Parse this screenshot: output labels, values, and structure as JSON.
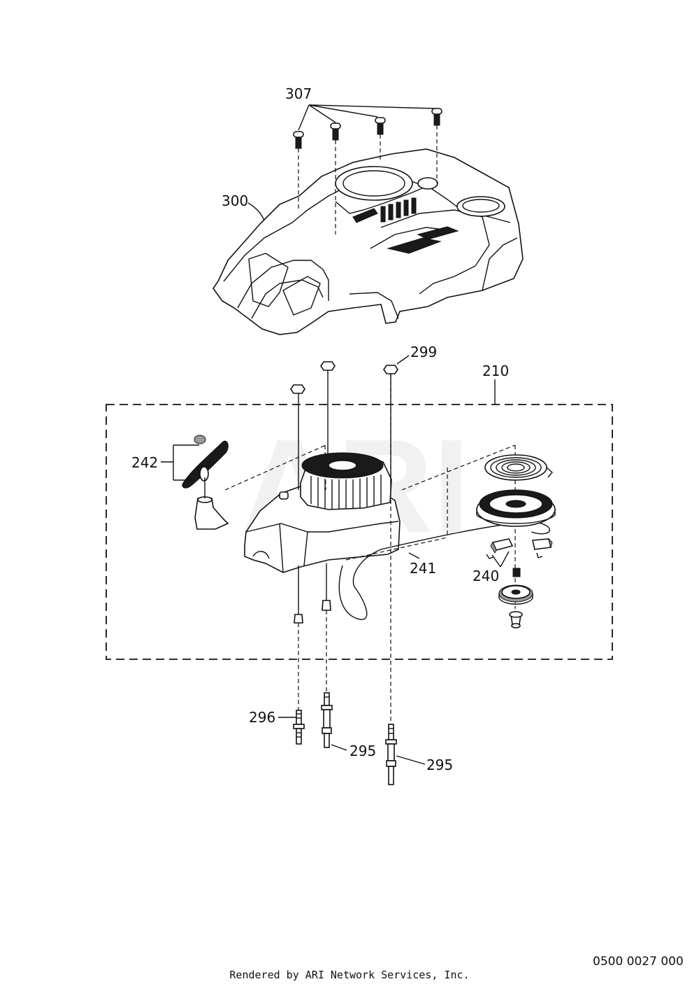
{
  "watermark": "ARI",
  "callouts": {
    "c307": "307",
    "c300": "300",
    "c299": "299",
    "c210": "210",
    "c242": "242",
    "c241": "241",
    "c240": "240",
    "c296": "296",
    "c295a": "295",
    "c295b": "295"
  },
  "diagram_code": "0500 0027 000",
  "footer": "Rendered by ARI Network Services, Inc."
}
